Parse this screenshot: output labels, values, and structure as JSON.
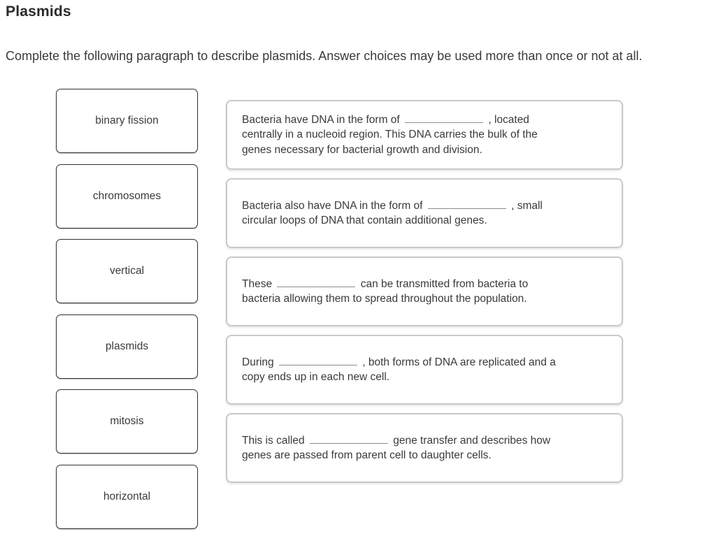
{
  "page": {
    "title": "Plasmids",
    "instruction": "Complete the following paragraph to describe plasmids. Answer choices may be used more than once or not at all."
  },
  "choices": [
    {
      "label": "binary fission"
    },
    {
      "label": "chromosomes"
    },
    {
      "label": "vertical"
    },
    {
      "label": "plasmids"
    },
    {
      "label": "mitosis"
    },
    {
      "label": "horizontal"
    }
  ],
  "sentences": [
    {
      "pre": "Bacteria have DNA in the form of ",
      "post": " , located",
      "line2": "centrally in a nucleoid region. This DNA carries the bulk of the",
      "line3": "genes necessary for bacterial growth and division."
    },
    {
      "pre": "Bacteria also have DNA in the form of ",
      "post": " , small",
      "line2": "circular loops of DNA that contain additional genes."
    },
    {
      "pre": "These ",
      "post": " can be transmitted from bacteria to",
      "line2": "bacteria allowing them to spread throughout the population."
    },
    {
      "pre": "During ",
      "post": " , both forms of DNA are replicated and a",
      "line2": "copy ends up in each new cell."
    },
    {
      "pre": "This is called ",
      "post": " gene transfer and describes how",
      "line2": "genes are passed from parent cell to daughter cells."
    }
  ],
  "colors": {
    "title_text": "#2b2b2b",
    "body_text": "#3a3a3a",
    "choice_border": "#333333",
    "sentence_border": "#c9c9c9",
    "blank_line": "#8d8d8d"
  }
}
